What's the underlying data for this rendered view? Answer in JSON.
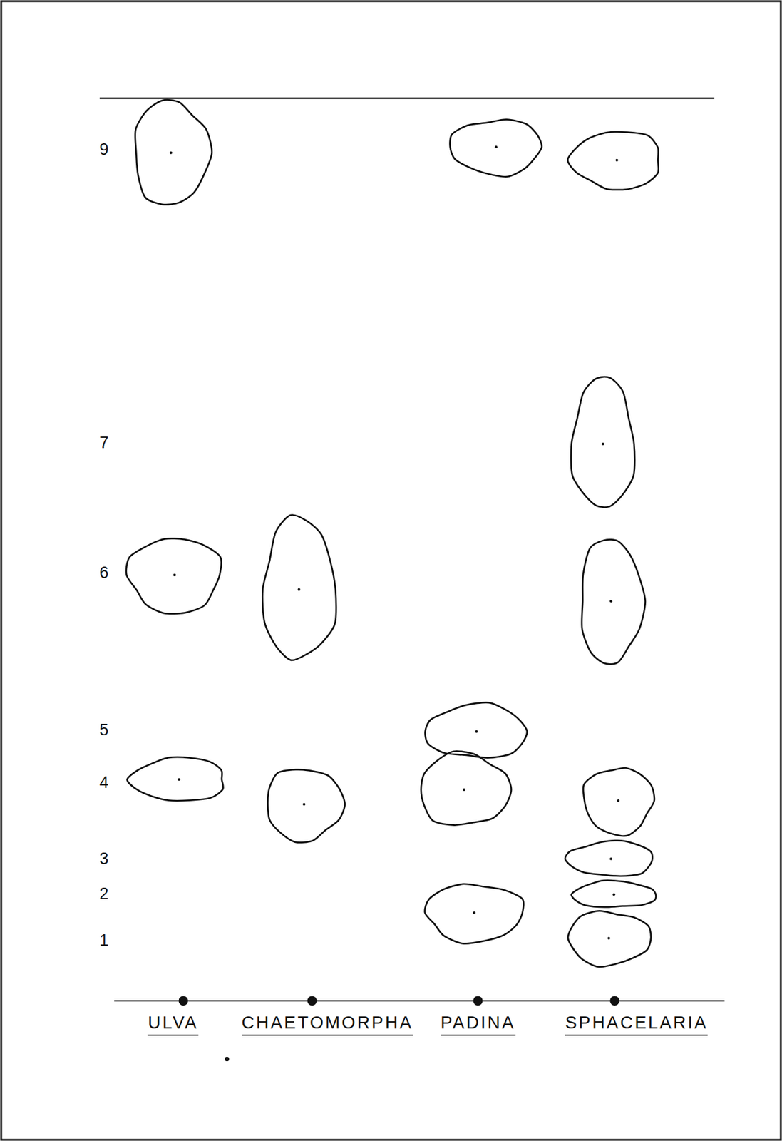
{
  "diagram": {
    "labels": [
      "9",
      "7",
      "6",
      "5",
      "4",
      "3",
      "2",
      "1",
      "ULVA",
      "CHAETOMORPHA",
      "PADINA",
      "SPHACELARIA"
    ]
  }
}
